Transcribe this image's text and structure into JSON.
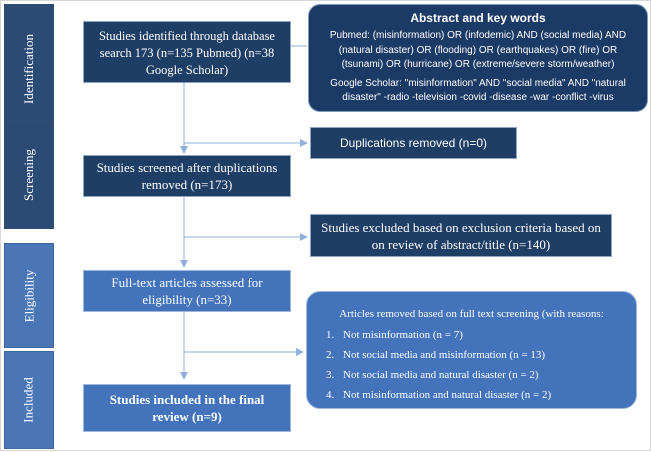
{
  "stages": {
    "identification": "Identification",
    "screening": "Screening",
    "eligibility": "Eligibility",
    "included": "Included"
  },
  "boxes": {
    "identified": "Studies identified through database search 173 (n=135 Pubmed) (n=38 Google Scholar)",
    "duplicates": "Duplications removed (n=0)",
    "screened": "Studies screened after duplications removed (n=173)",
    "excluded": "Studies excluded based on exclusion criteria based on on review of abstract/title (n=140)",
    "fulltext": "Full-text articles assessed for eligibility (n=33)",
    "included": "Studies included in the final review (n=9)"
  },
  "keywords": {
    "title": "Abstract and key words",
    "pubmed": "Pubmed: (misinformation) OR (infodemic) AND (social media) AND (natural disaster) OR (flooding) OR (earthquakes) OR (fire) OR (tsunami) OR (hurricane) OR (extreme/severe storm/weather)",
    "google_scholar": "Google Scholar: \"misinformation\" AND \"social media\" AND \"natural disaster\" -radio -television -covid -disease -war -conflict -virus"
  },
  "removed": {
    "title": "Articles removed based on full text screening (with reasons:",
    "reasons": [
      "Not misinformation (n = 7)",
      "Not social media and misinformation (n = 13)",
      "Not social media and natural disaster (n = 2)",
      "Not misinformation and natural disaster (n = 2)"
    ]
  },
  "colors": {
    "dark_box": "#1f3e66",
    "light_box": "#4373bb",
    "arrow": "#8fb0d9"
  }
}
